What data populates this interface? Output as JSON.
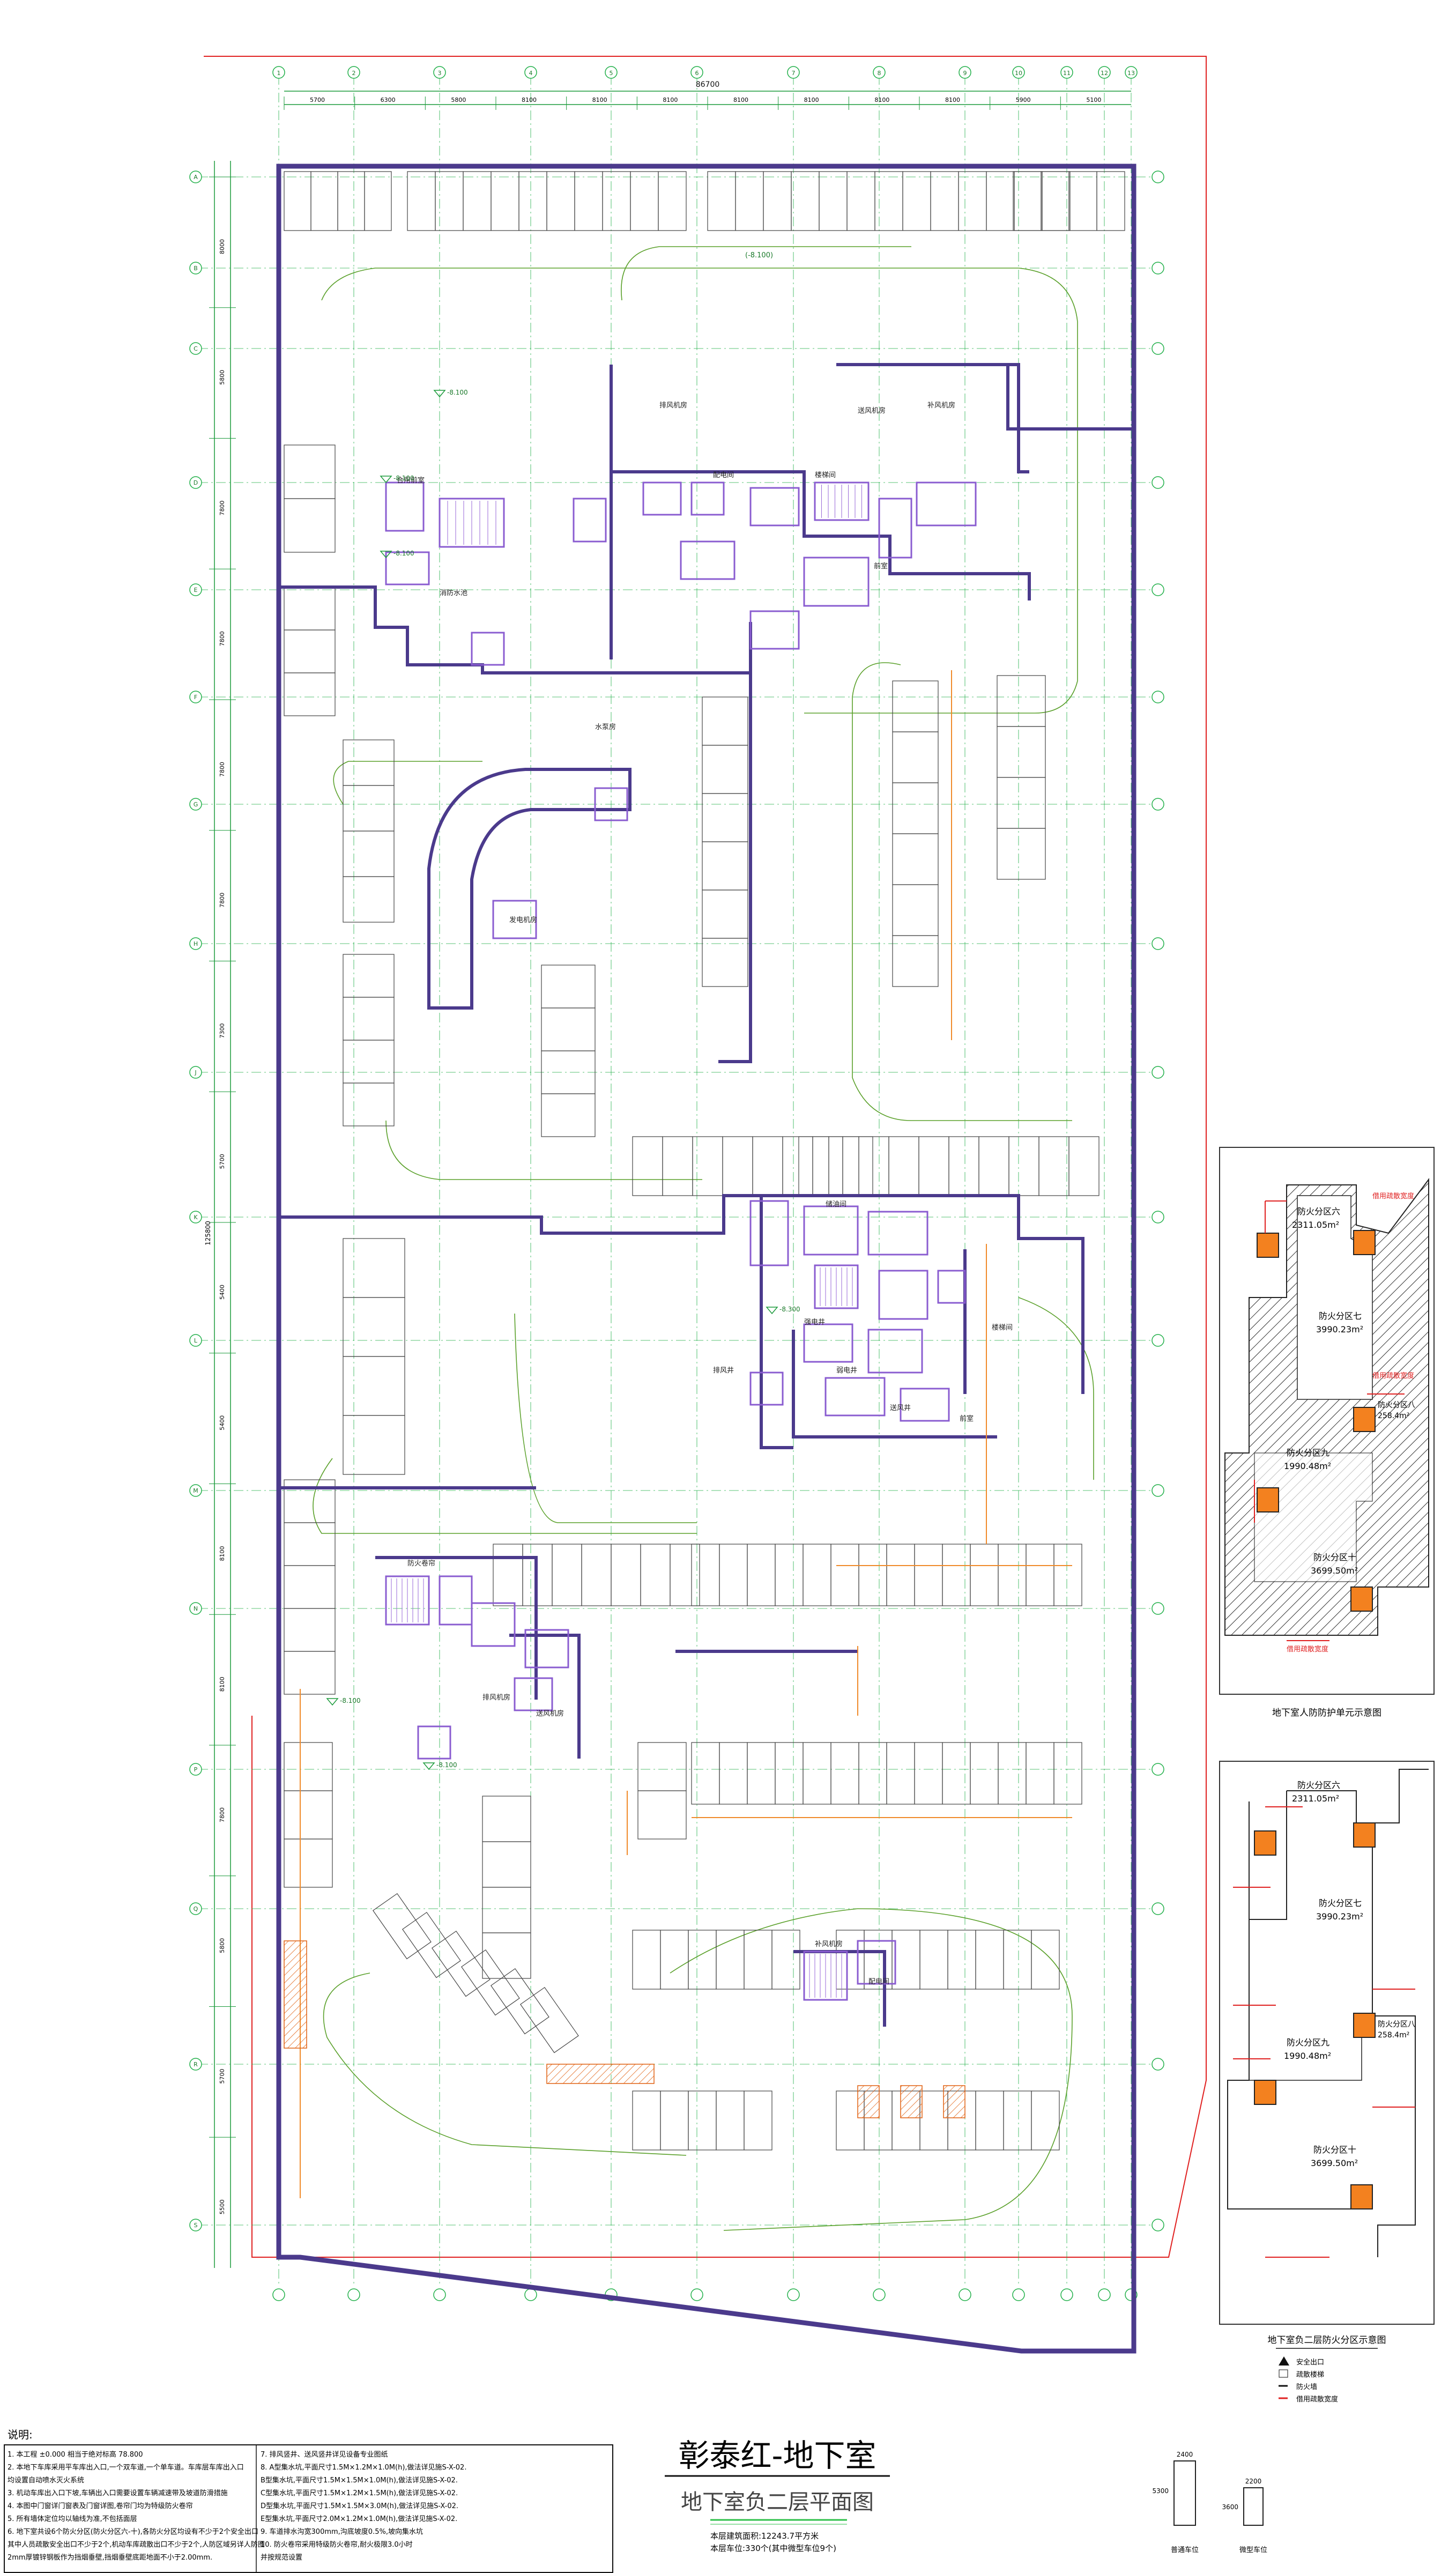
{
  "project": {
    "title": "彰泰红-地下室",
    "subtitle": "地下室负二层平面图",
    "meta_line1": "本层建筑面积:12243.7平方米",
    "meta_line2": "本层车位:330个(其中微型车位9个)"
  },
  "dimensions": {
    "overall_top": "86700",
    "top_segments": [
      "5700",
      "6300",
      "5800",
      "8100",
      "8100",
      "8100",
      "8100",
      "8100",
      "8100",
      "8100",
      "5900",
      "5100"
    ],
    "left_segments": [
      "8000",
      "5800",
      "7800",
      "7800",
      "7800",
      "7800",
      "7300",
      "5700",
      "5400",
      "5400",
      "8100",
      "8100",
      "7800",
      "5800",
      "5700",
      "5500"
    ],
    "overall_left": "125800"
  },
  "grid": {
    "columns": [
      "1",
      "2",
      "3",
      "4",
      "5",
      "6",
      "7",
      "8",
      "9",
      "10",
      "11",
      "12",
      "13"
    ],
    "rows": [
      "A",
      "B",
      "C",
      "D",
      "E",
      "F",
      "G",
      "H",
      "J",
      "K",
      "L",
      "M",
      "N",
      "P",
      "Q",
      "R",
      "S"
    ]
  },
  "room_labels": [
    "排风机房",
    "送风机房",
    "补风机房",
    "配电间",
    "楼梯间",
    "前室",
    "合用前室",
    "消防水池",
    "水泵房",
    "发电机房",
    "储油间",
    "强电井",
    "弱电井",
    "送风井",
    "排风井",
    "防火卷帘"
  ],
  "elevations": [
    "-8.100",
    "-8.100",
    "-8.100",
    "-8.300",
    "-8.100",
    "-8.100"
  ],
  "level_tag": "(-8.100)",
  "fire_zone_diagrams": [
    {
      "caption": "地下室人防防护单元示意图",
      "zones": [
        {
          "name": "防火分区六",
          "area": "2311.05m²"
        },
        {
          "name": "防火分区七",
          "area": "3990.23m²"
        },
        {
          "name": "防火分区八",
          "area": "258.4m²"
        },
        {
          "name": "防火分区九",
          "area": "1990.48m²"
        },
        {
          "name": "防火分区十",
          "area": "3699.50m²"
        }
      ],
      "notes": [
        "借用疏散宽度",
        "借用疏散宽度",
        "借用疏散宽度"
      ]
    },
    {
      "caption": "地下室负二层防火分区示意图",
      "zones": [
        {
          "name": "防火分区六",
          "area": "2311.05m²"
        },
        {
          "name": "防火分区七",
          "area": "3990.23m²"
        },
        {
          "name": "防火分区八",
          "area": "258.4m²"
        },
        {
          "name": "防火分区九",
          "area": "1990.48m²"
        },
        {
          "name": "防火分区十",
          "area": "3699.50m²"
        }
      ],
      "legend": [
        "安全出口",
        "疏散楼梯",
        "防火墙",
        "借用疏散宽度"
      ]
    }
  ],
  "notes": {
    "heading": "说明:",
    "left_col": [
      "1. 本工程 ±0.000 相当于绝对标高 78.800",
      "2. 本地下车库采用平车库出入口,一个双车道,一个单车道。车库层车库出入口",
      "   均设置自动喷水灭火系统",
      "3. 机动车库出入口下坡,车辆出入口需要设置车辆减速带及坡道防滑措施",
      "4. 本图中门窗详门窗表及门窗详图,卷帘门均为特级防火卷帘",
      "5. 所有墙体定位均以轴线为准,不包括面层",
      "6. 地下室共设6个防火分区(防火分区六-十),各防火分区均设有不少于2个安全出口",
      "   其中人员疏散安全出口不少于2个,机动车库疏散出口不少于2个,人防区域另详人防图",
      "   2mm厚镀锌钢板作为挡烟垂壁,挡烟垂壁底距地面不小于2.00mm."
    ],
    "right_col": [
      "7. 排风竖井、送风竖井详见设备专业图纸",
      "8. A型集水坑,平面尺寸1.5M×1.2M×1.0M(h),做法详见施S-X-02.",
      "   B型集水坑,平面尺寸1.5M×1.5M×1.0M(h),做法详见施S-X-02.",
      "   C型集水坑,平面尺寸1.5M×1.2M×1.5M(h),做法详见施S-X-02.",
      "   D型集水坑,平面尺寸1.5M×1.5M×3.0M(h),做法详见施S-X-02.",
      "   E型集水坑,平面尺寸2.0M×1.2M×1.0M(h),做法详见施S-X-02.",
      "9. 车道排水沟宽300mm,沟底坡度0.5%,坡向集水坑",
      "10. 防火卷帘采用特级防火卷帘,耐火极限3.0小时",
      "    并按规范设置"
    ]
  },
  "legend_boxes": [
    {
      "label": "普通车位",
      "w": "2400",
      "h": "5300"
    },
    {
      "label": "微型车位",
      "w": "2200",
      "h": "3600"
    }
  ],
  "colors": {
    "wall": "#4b3a8c",
    "stair_room": "#7b4cc4",
    "grid": "#22b04a",
    "dimension": "#1a9a3a",
    "red_line": "#e02020",
    "orange_line": "#f08a2a",
    "hatch": "#333333",
    "zone_fill": "#f3811f"
  }
}
